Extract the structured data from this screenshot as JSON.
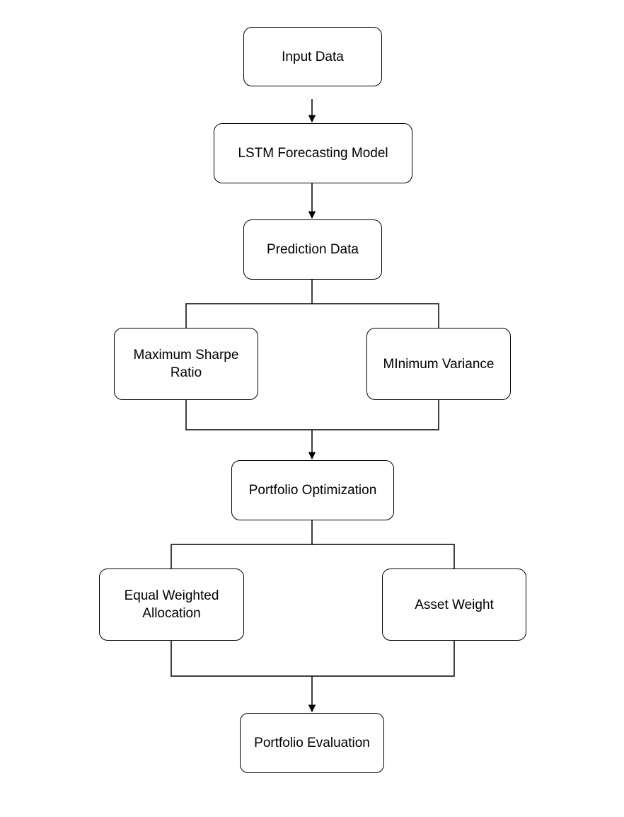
{
  "nodes": {
    "input": "Input Data",
    "lstm": "LSTM Forecasting Model",
    "prediction": "Prediction Data",
    "sharpe": "Maximum Sharpe Ratio",
    "variance": "MInimum Variance",
    "optimization": "Portfolio Optimization",
    "equal": "Equal Weighted Allocation",
    "asset": "Asset Weight",
    "evaluation": "Portfolio Evaluation"
  },
  "colors": {
    "stroke": "#000000",
    "fill": "#ffffff"
  }
}
